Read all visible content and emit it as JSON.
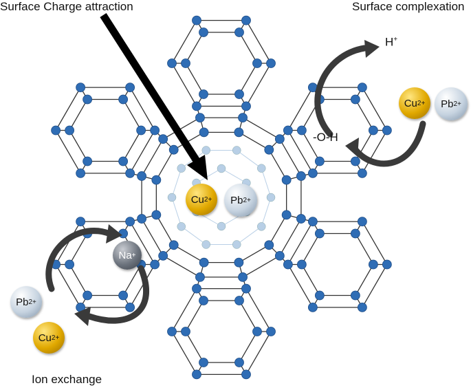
{
  "labels": {
    "surface_charge": "Surface Charge attraction",
    "surface_complexation": "Surface complexation",
    "ion_exchange": "Ion exchange",
    "hydroxyl": "-O-H",
    "h_ion": {
      "base": "H",
      "sup": "+"
    }
  },
  "ions": {
    "cu": {
      "base": "Cu",
      "sup": "2+"
    },
    "pb": {
      "base": "Pb",
      "sup": "2+"
    },
    "na": {
      "base": "Na",
      "sup": "+"
    }
  },
  "colors": {
    "node": "#2f6db5",
    "inner_node": "#b8cfe6",
    "edge": "#333333",
    "arrow": "#3a3a3a"
  }
}
